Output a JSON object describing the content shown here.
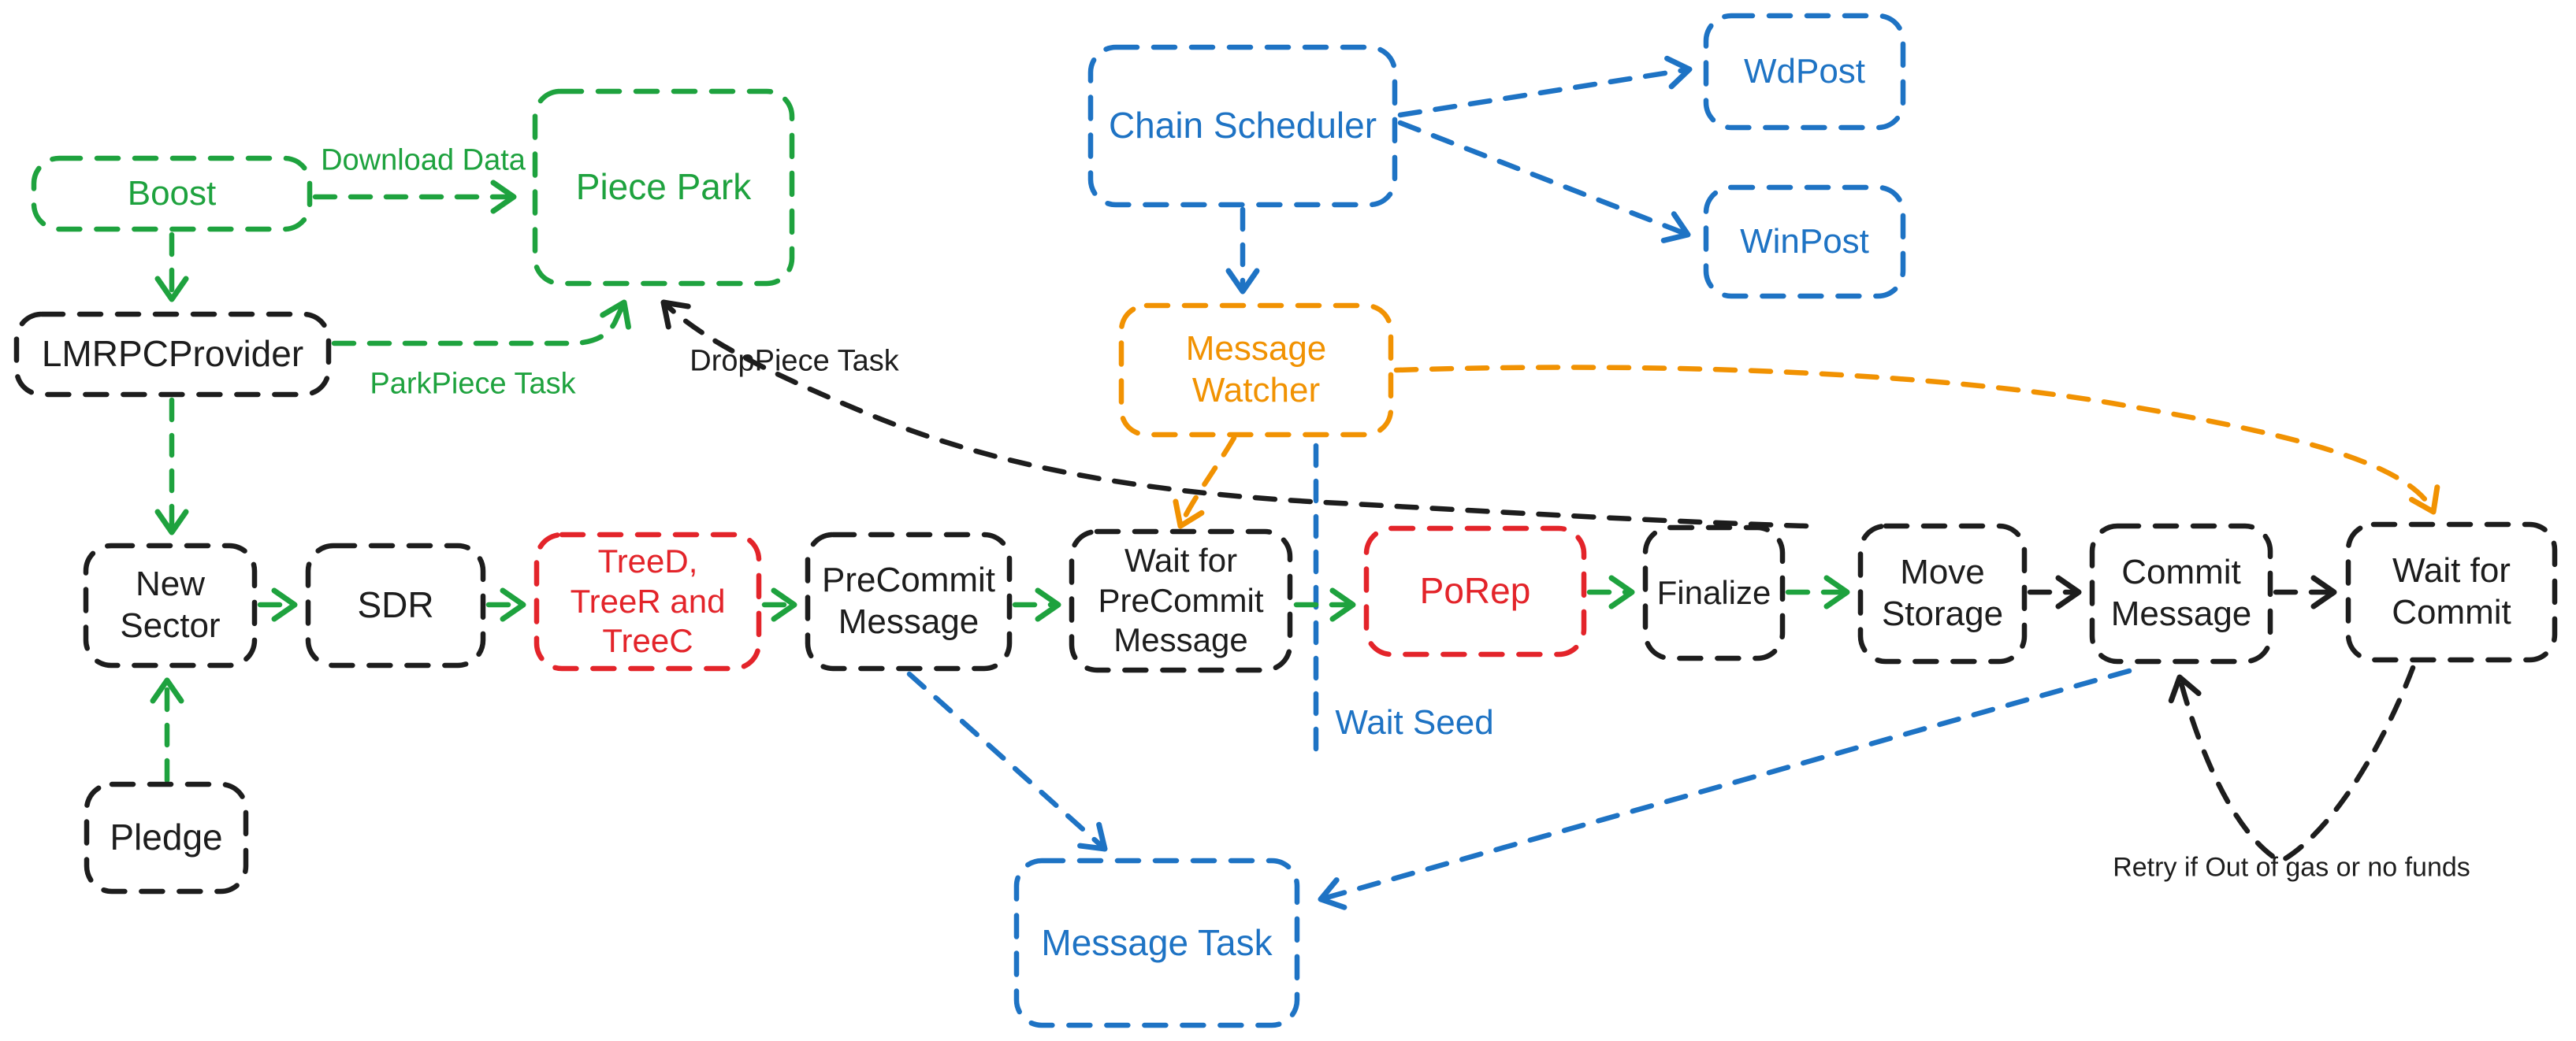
{
  "palette": {
    "green": "#1ea23e",
    "black": "#1d1d1d",
    "blue": "#1e73c4",
    "orange": "#f19202",
    "red": "#e3242a",
    "background": "#ffffff"
  },
  "nodes": {
    "boost": {
      "label": "Boost"
    },
    "piece_park": {
      "label": "Piece Park"
    },
    "lmrpc_provider": {
      "label": "LMRPCProvider"
    },
    "chain_scheduler": {
      "label": "Chain Scheduler"
    },
    "wdpost": {
      "label": "WdPost"
    },
    "winpost": {
      "label": "WinPost"
    },
    "message_watcher": {
      "label": "Message Watcher"
    },
    "new_sector": {
      "label": "New\nSector"
    },
    "sdr": {
      "label": "SDR"
    },
    "tree": {
      "label": "TreeD,\nTreeR and\nTreeC"
    },
    "precommit_message": {
      "label": "PreCommit\nMessage"
    },
    "wait_precommit": {
      "label": "Wait for\nPreCommit\nMessage"
    },
    "porep": {
      "label": "PoRep"
    },
    "finalize": {
      "label": "Finalize"
    },
    "move_storage": {
      "label": "Move\nStorage"
    },
    "commit_message": {
      "label": "Commit\nMessage"
    },
    "wait_commit": {
      "label": "Wait for\nCommit"
    },
    "pledge": {
      "label": "Pledge"
    },
    "message_task": {
      "label": "Message Task"
    }
  },
  "edge_labels": {
    "download_data": "Download Data",
    "parkpiece_task": "ParkPiece Task",
    "droppiece_task": "DropPiece Task",
    "wait_seed": "Wait Seed",
    "retry": "Retry if Out of gas or no funds"
  }
}
